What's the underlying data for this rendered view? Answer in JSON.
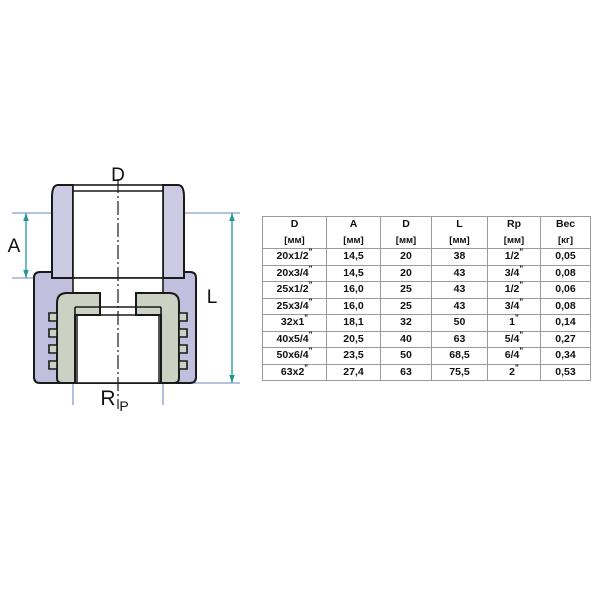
{
  "drawing": {
    "title": "ppr-fitting-cross-section",
    "labels": {
      "d_top": "D",
      "a_left": "A",
      "l_right": "L",
      "rp_bottom_main": "R",
      "rp_bottom_sub": "P"
    },
    "colors": {
      "body_fill": "#c2bedd",
      "body_fill_light": "#cdcae4",
      "insert_fill": "#ccd2c3",
      "outline": "#1a1a1a",
      "dimension_line": "#3a5fa8",
      "arrow": "#1f9a96",
      "centerline": "#1a1a1a",
      "bore_fill": "#ffffff"
    }
  },
  "table": {
    "name": "specification-table",
    "headers": [
      "D",
      "A",
      "D",
      "L",
      "Rp",
      "Вес"
    ],
    "units": [
      "[мм]",
      "[мм]",
      "[мм]",
      "[мм]",
      "[мм]",
      "[кг]"
    ],
    "rows": [
      [
        "20x1/2\"",
        "14,5",
        "20",
        "38",
        "1/2\"",
        "0,05"
      ],
      [
        "20x3/4\"",
        "14,5",
        "20",
        "43",
        "3/4\"",
        "0,08"
      ],
      [
        "25x1/2\"",
        "16,0",
        "25",
        "43",
        "1/2\"",
        "0,06"
      ],
      [
        "25x3/4\"",
        "16,0",
        "25",
        "43",
        "3/4\"",
        "0,08"
      ],
      [
        "32x1\"",
        "18,1",
        "32",
        "50",
        "1\"",
        "0,14"
      ],
      [
        "40x5/4\"",
        "20,5",
        "40",
        "63",
        "5/4\"",
        "0,27"
      ],
      [
        "50x6/4\"",
        "23,5",
        "50",
        "68,5",
        "6/4\"",
        "0,34"
      ],
      [
        "63x2\"",
        "27,4",
        "63",
        "75,5",
        "2\"",
        "0,53"
      ]
    ]
  }
}
